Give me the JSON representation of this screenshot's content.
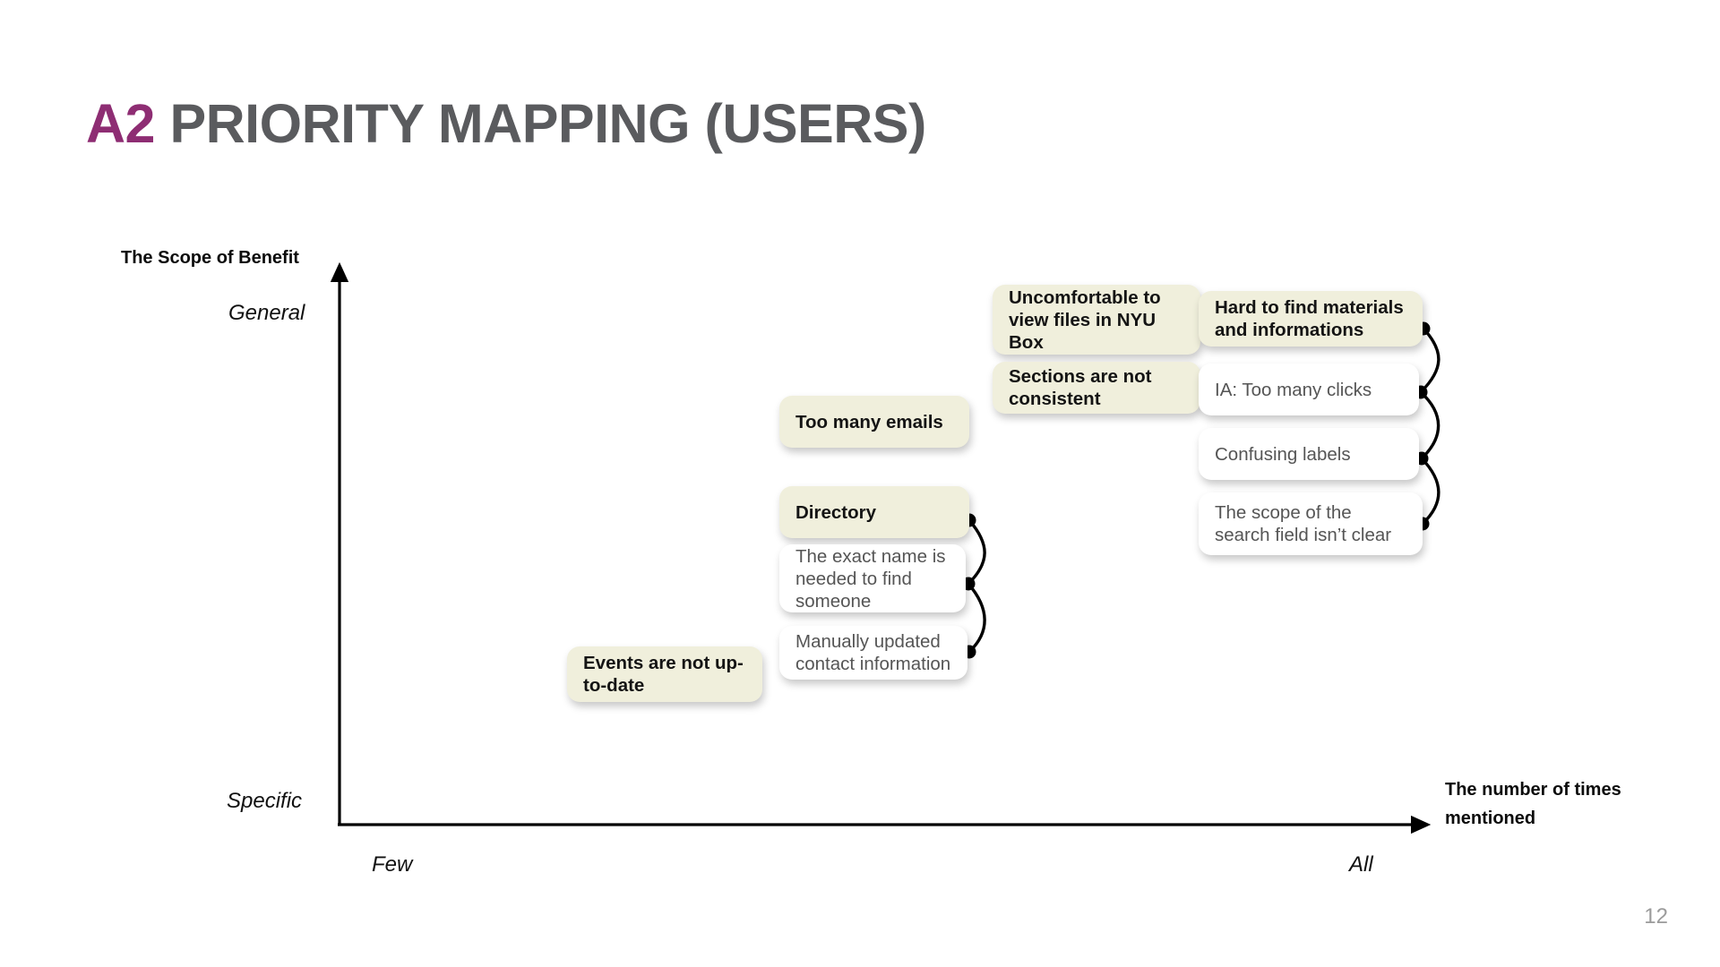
{
  "slide": {
    "title_tag": "A2",
    "title_rest": "PRIORITY MAPPING (USERS)",
    "page_number": "12",
    "accent_color": "#8e2d73",
    "title_color": "#5a5b5e",
    "card_primary_color": "#f0efdc",
    "card_secondary_color": "#ffffff"
  },
  "axes": {
    "y_title": "The Scope of Benefit",
    "y_high": "General",
    "y_low": "Specific",
    "x_title": "The number of times mentioned",
    "x_low": "Few",
    "x_high": "All"
  },
  "chart_data": {
    "type": "scatter",
    "title": "A2 PRIORITY MAPPING (USERS)",
    "xlabel": "The number of times mentioned",
    "ylabel": "The Scope of Benefit",
    "xlim": [
      "Few",
      "All"
    ],
    "ylim": [
      "Specific",
      "General"
    ],
    "grid": false,
    "legend": null,
    "groups": [
      {
        "name": "Hard to find materials and informations",
        "kind": "primary",
        "x": 0.77,
        "y": 0.92,
        "children": [
          "IA: Too many clicks",
          "Confusing labels",
          "The scope of the search field isn’t clear"
        ]
      },
      {
        "name": "Uncomfortable to view files in NYU Box",
        "kind": "primary",
        "x": 0.58,
        "y": 0.94,
        "children": []
      },
      {
        "name": "Sections are not consistent",
        "kind": "primary",
        "x": 0.58,
        "y": 0.85,
        "children": []
      },
      {
        "name": "Too many emails",
        "kind": "primary",
        "x": 0.39,
        "y": 0.79,
        "children": []
      },
      {
        "name": "Directory",
        "kind": "primary",
        "x": 0.39,
        "y": 0.66,
        "children": [
          "The exact name is needed to find someone",
          "Manually updated contact information"
        ]
      },
      {
        "name": "Events are not up-to-date",
        "kind": "primary",
        "x": 0.21,
        "y": 0.44,
        "children": []
      }
    ]
  },
  "cards": {
    "uncomfortable_nyu_box": "Uncomfortable to view files in NYU Box",
    "sections_not_consistent": "Sections are not consistent",
    "hard_to_find_materials": "Hard to find materials and informations",
    "ia_too_many_clicks": "IA: Too many clicks",
    "confusing_labels": "Confusing labels",
    "search_scope_unclear": "The scope of the search field isn’t clear",
    "too_many_emails": "Too many emails",
    "directory": "Directory",
    "exact_name_needed": "The exact name is needed to find someone",
    "manually_updated_contact": "Manually updated contact information",
    "events_not_up_to_date": "Events are not up-to-date"
  }
}
